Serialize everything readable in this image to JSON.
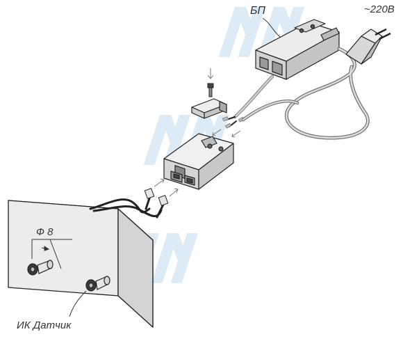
{
  "labels": {
    "power_supply": "БП",
    "voltage": "~220В",
    "hole_diameter": "Ф 8",
    "sensor": "ИК Датчик"
  },
  "watermark": {
    "text_glyph": "МММ",
    "color": "#d6e8f4"
  },
  "colors": {
    "part_fill": "#e2e2e2",
    "part_dark": "#9a9a9a",
    "outline": "#222222",
    "cable": "#6a6a6a",
    "panel_fill": "#ececec"
  },
  "icons": [
    "plug-icon",
    "screw-icon",
    "arrow-icon"
  ]
}
